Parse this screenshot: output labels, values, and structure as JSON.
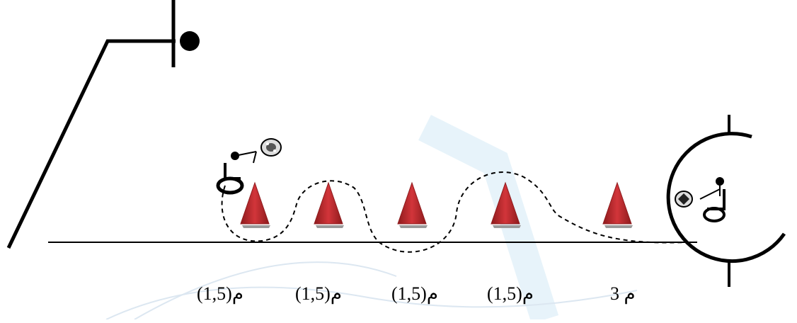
{
  "diagram": {
    "distance_labels": [
      "م(1,5)",
      "م(1,5)",
      "م(1,5)",
      "م(1,5)",
      "3 م"
    ],
    "cone_count": 5,
    "colors": {
      "cone": "#c0282b",
      "cone_dark": "#8e1b1d",
      "line": "#000000",
      "watermark": "#4fa8d8"
    },
    "icons": {
      "start": "wheelchair-athlete-with-ball-icon",
      "end": "wheelchair-athlete-with-ball-icon",
      "goal": "goal-post-icon",
      "cone": "cone-icon"
    }
  }
}
